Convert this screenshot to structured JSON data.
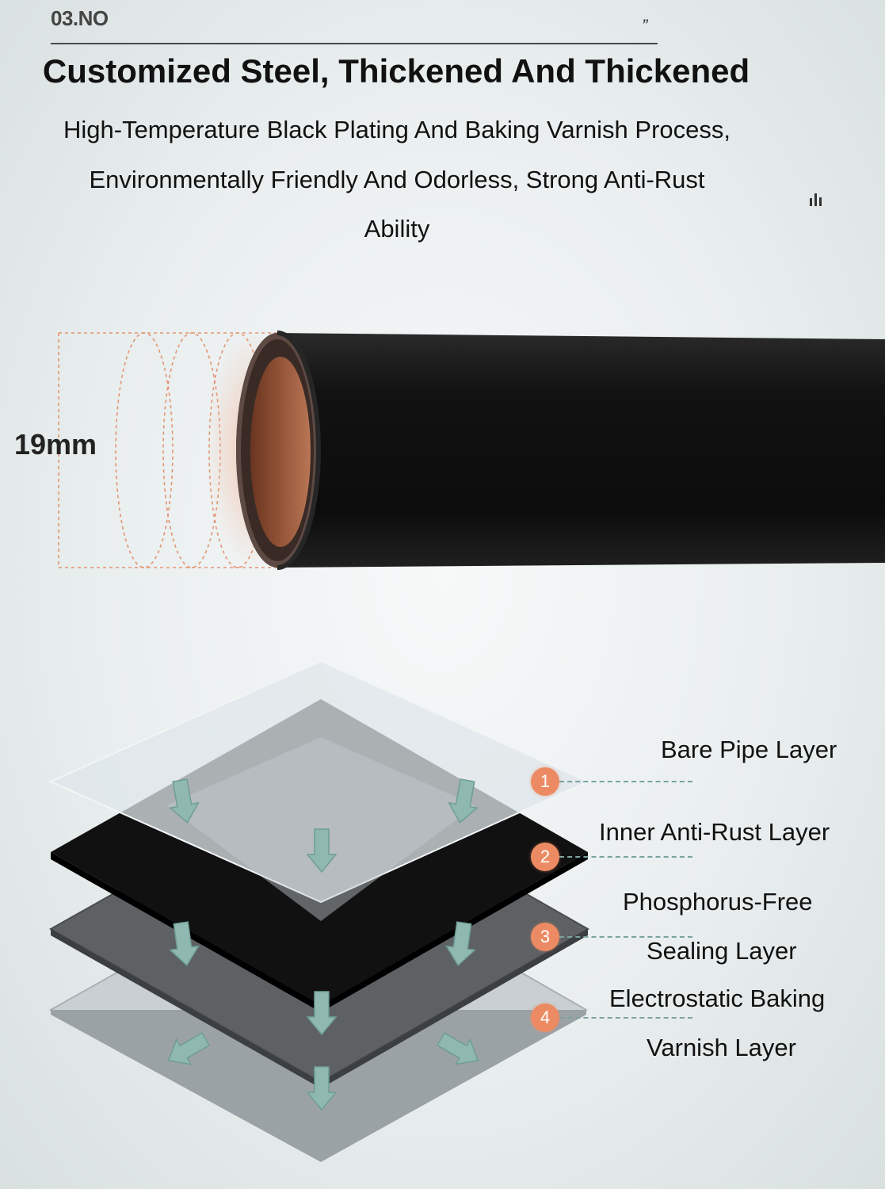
{
  "header": {
    "section_no": "03.NO",
    "quote_mark": "”"
  },
  "headline": "Customized Steel, Thickened And Thickened",
  "description": [
    "High-Temperature Black Plating And Baking Varnish Process,",
    "Environmentally Friendly And Odorless, Strong Anti-Rust",
    "Ability"
  ],
  "pipe": {
    "diameter_label": "19mm",
    "colors": {
      "pipe": "#101010",
      "inner": "#8a4a2e",
      "guide": "#e39572"
    }
  },
  "layers": [
    {
      "number": "1",
      "label_lines": [
        "Bare Pipe Layer"
      ]
    },
    {
      "number": "2",
      "label_lines": [
        "Inner Anti-Rust Layer"
      ]
    },
    {
      "number": "3",
      "label_lines": [
        "Phosphorus-Free",
        "Sealing Layer"
      ]
    },
    {
      "number": "4",
      "label_lines": [
        "Electrostatic Baking",
        "Varnish Layer"
      ]
    }
  ],
  "colors": {
    "badge": "#ec8b63",
    "arrow": "#8fb8b1",
    "leader": "#7aa3a0"
  },
  "icons": [
    "bar-chart-icon",
    "arrow-down-icon"
  ]
}
